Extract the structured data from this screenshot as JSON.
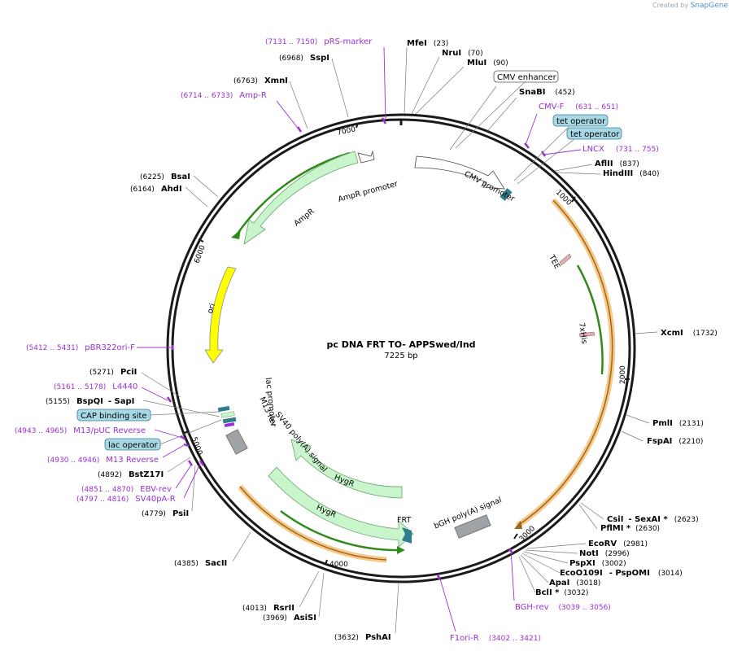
{
  "watermark": {
    "prefix": "Created by",
    "brand": "SnapGene"
  },
  "plasmid": {
    "name": "pc DNA FRT TO- APPSwed/Ind",
    "size_label": "7225 bp",
    "length": 7225
  },
  "ticks": [
    {
      "pos": 1000,
      "label": "1000"
    },
    {
      "pos": 2000,
      "label": "2000"
    },
    {
      "pos": 3000,
      "label": "3000"
    },
    {
      "pos": 4000,
      "label": "4000"
    },
    {
      "pos": 5000,
      "label": "5000"
    },
    {
      "pos": 6000,
      "label": "6000"
    },
    {
      "pos": 7000,
      "label": "7000"
    }
  ],
  "enzymes": [
    {
      "name": "MfeI",
      "pos_label": "(23)",
      "pos": 23
    },
    {
      "name": "NruI",
      "pos_label": "(70)",
      "pos": 70
    },
    {
      "name": "MluI",
      "pos_label": "(90)",
      "pos": 90
    },
    {
      "name": "SnaBI",
      "pos_label": "(452)",
      "pos": 452
    },
    {
      "name": "AflII",
      "pos_label": "(837)",
      "pos": 837
    },
    {
      "name": "HindIII",
      "pos_label": "(840)",
      "pos": 840
    },
    {
      "name": "XcmI",
      "pos_label": "(1732)",
      "pos": 1732
    },
    {
      "name": "PmlI",
      "pos_label": "(2131)",
      "pos": 2131
    },
    {
      "name": "FspAI",
      "pos_label": "(2210)",
      "pos": 2210
    },
    {
      "name": "CsiI",
      "extra": "- SexAI *",
      "pos_label": "(2623)",
      "pos": 2623
    },
    {
      "name": "PflMI *",
      "pos_label": "(2630)",
      "pos": 2630
    },
    {
      "name": "EcoRV",
      "pos_label": "(2981)",
      "pos": 2981
    },
    {
      "name": "NotI",
      "pos_label": "(2996)",
      "pos": 2996
    },
    {
      "name": "PspXI",
      "pos_label": "(3002)",
      "pos": 3002
    },
    {
      "name": "EcoO109I",
      "extra": "- PspOMI",
      "pos_label": "(3014)",
      "pos": 3014
    },
    {
      "name": "ApaI",
      "pos_label": "(3018)",
      "pos": 3018
    },
    {
      "name": "BclI *",
      "pos_label": "(3032)",
      "pos": 3032
    },
    {
      "name": "PshAI",
      "pos_label": "(3632)",
      "pos": 3632
    },
    {
      "name": "AsiSI",
      "pos_label": "(3969)",
      "pos": 3969
    },
    {
      "name": "RsrII",
      "pos_label": "(4013)",
      "pos": 4013
    },
    {
      "name": "SacII",
      "pos_label": "(4385)",
      "pos": 4385
    },
    {
      "name": "PsiI",
      "pos_label": "(4779)",
      "pos": 4779
    },
    {
      "name": "BstZ17I",
      "pos_label": "(4892)",
      "pos": 4892
    },
    {
      "name": "BspQI",
      "extra": "- SapI",
      "pos_label": "(5155)",
      "pos": 5155
    },
    {
      "name": "PciI",
      "pos_label": "(5271)",
      "pos": 5271
    },
    {
      "name": "AhdI",
      "pos_label": "(6164)",
      "pos": 6164
    },
    {
      "name": "BsaI",
      "pos_label": "(6225)",
      "pos": 6225
    },
    {
      "name": "XmnI",
      "pos_label": "(6763)",
      "pos": 6763
    },
    {
      "name": "SspI",
      "pos_label": "(6968)",
      "pos": 6968
    }
  ],
  "primers": [
    {
      "name": "pRS-marker",
      "range": "(7131 .. 7150)",
      "pos": 7140
    },
    {
      "name": "Amp-R",
      "range": "(6714 .. 6733)",
      "pos": 6723
    },
    {
      "name": "CMV-F",
      "range": "(631 .. 651)",
      "pos": 641
    },
    {
      "name": "LNCX",
      "range": "(731 .. 755)",
      "pos": 743
    },
    {
      "name": "BGH-rev",
      "range": "(3039 .. 3056)",
      "pos": 3047
    },
    {
      "name": "F1ori-R",
      "range": "(3402 .. 3421)",
      "pos": 3411
    },
    {
      "name": "pBR322ori-F",
      "range": "(5412 .. 5431)",
      "pos": 5421
    },
    {
      "name": "L4440",
      "range": "(5161 .. 5178)",
      "pos": 5169
    },
    {
      "name": "M13/pUC Reverse",
      "range": "(4943 .. 4965)",
      "pos": 4954
    },
    {
      "name": "M13 Reverse",
      "range": "(4930 .. 4946)",
      "pos": 4938
    },
    {
      "name": "EBV-rev",
      "range": "(4851 .. 4870)",
      "pos": 4860
    },
    {
      "name": "SV40pA-R",
      "range": "(4797 .. 4816)",
      "pos": 4806
    }
  ],
  "boxed_labels": [
    "CMV enhancer",
    "tet operator",
    "tet operator",
    "CAP binding site",
    "lac operator"
  ],
  "features": [
    {
      "name": "CMV promoter",
      "kind": "promoter"
    },
    {
      "name": "TEE",
      "kind": "misc"
    },
    {
      "name": "7xHis",
      "kind": "tag"
    },
    {
      "name": "bGH poly(A) signal",
      "kind": "terminator"
    },
    {
      "name": "FRT",
      "kind": "site"
    },
    {
      "name": "HygR",
      "kind": "cds"
    },
    {
      "name": "HygR",
      "kind": "cds"
    },
    {
      "name": "SV40 poly(A) signal",
      "kind": "terminator"
    },
    {
      "name": "M13 rev",
      "kind": "primer_bind"
    },
    {
      "name": "lac promoter",
      "kind": "promoter"
    },
    {
      "name": "ori",
      "kind": "rep_origin"
    },
    {
      "name": "AmpR",
      "kind": "cds"
    },
    {
      "name": "AmpR promoter",
      "kind": "promoter"
    }
  ],
  "colors": {
    "backbone": "#1a1a1a",
    "enzyme_text": "#000000",
    "primer": "#9b30d0",
    "promoter_fill": "#ffffff",
    "cds_fill": "#c8f5cc",
    "cds_stroke": "#6aa36a",
    "ori_fill": "#ffff00",
    "orf_line": "#2f8a1a",
    "orf_glow": "#f5c98a",
    "box_fill": "#a7d8e6",
    "gray_feature": "#9ea3a8",
    "teal": "#2f7d8c",
    "pink": "#e8a6c0"
  }
}
